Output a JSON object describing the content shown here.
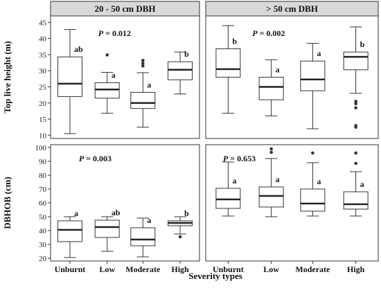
{
  "chart_data": {
    "type": "box",
    "xlabel": "Severity types",
    "categories": [
      "Unburnt",
      "Low",
      "Moderate",
      "High"
    ],
    "rows": [
      {
        "ylabel": "Top live height (m)",
        "ylim": [
          9,
          47
        ],
        "yticks": [
          10,
          15,
          20,
          25,
          30,
          35,
          40,
          45
        ]
      },
      {
        "ylabel": "DBHOB (cm)",
        "ylim": [
          18,
          102
        ],
        "yticks": [
          20,
          30,
          40,
          50,
          60,
          70,
          80,
          90,
          100
        ]
      }
    ],
    "columns": [
      "20 - 50 cm DBH",
      "> 50 cm DBH"
    ],
    "panels": [
      {
        "row": 0,
        "col": 0,
        "p_label": "P",
        "p_value": " = 0.012",
        "boxes": [
          {
            "category": "Unburnt",
            "whisker_low": 10.5,
            "q1": 22.0,
            "median": 26.0,
            "q3": 34.3,
            "whisker_high": 42.8,
            "outliers": [],
            "letter": "ab"
          },
          {
            "category": "Low",
            "whisker_low": 16.8,
            "q1": 21.5,
            "median": 24.2,
            "q3": 26.3,
            "whisker_high": 29.5,
            "outliers": [
              34.9
            ],
            "letter": "a"
          },
          {
            "category": "Moderate",
            "whisker_low": 12.5,
            "q1": 18.3,
            "median": 20.0,
            "q3": 23.3,
            "whisker_high": 29.4,
            "outliers": [
              31.5,
              32.3,
              33.2
            ],
            "letter": "a"
          },
          {
            "category": "High",
            "whisker_low": 22.8,
            "q1": 27.2,
            "median": 30.3,
            "q3": 32.8,
            "whisker_high": 35.8,
            "outliers": [],
            "letter": "b"
          }
        ]
      },
      {
        "row": 0,
        "col": 1,
        "p_label": "P",
        "p_value": " = 0.002",
        "boxes": [
          {
            "category": "Unburnt",
            "whisker_low": 16.8,
            "q1": 28.0,
            "median": 30.5,
            "q3": 36.8,
            "whisker_high": 44.0,
            "outliers": [],
            "letter": "b"
          },
          {
            "category": "Low",
            "whisker_low": 16.0,
            "q1": 21.0,
            "median": 25.0,
            "q3": 28.0,
            "whisker_high": 33.4,
            "outliers": [],
            "letter": "a"
          },
          {
            "category": "Moderate",
            "whisker_low": 12.0,
            "q1": 23.8,
            "median": 27.3,
            "q3": 33.0,
            "whisker_high": 38.5,
            "outliers": [],
            "letter": "a"
          },
          {
            "category": "High",
            "whisker_low": 23.0,
            "q1": 30.3,
            "median": 34.3,
            "q3": 35.8,
            "whisker_high": 43.6,
            "outliers": [
              12.5,
              13.0,
              18.5,
              19.8,
              20.5
            ],
            "letter": "b"
          }
        ]
      },
      {
        "row": 1,
        "col": 0,
        "p_label": "P",
        "p_value": " = 0.003",
        "boxes": [
          {
            "category": "Unburnt",
            "whisker_low": 20.5,
            "q1": 32.0,
            "median": 40.5,
            "q3": 47.0,
            "whisker_high": 50.0,
            "outliers": [],
            "letter": "a"
          },
          {
            "category": "Low",
            "whisker_low": 25.0,
            "q1": 35.0,
            "median": 42.5,
            "q3": 47.5,
            "whisker_high": 50.0,
            "outliers": [],
            "letter": "ab"
          },
          {
            "category": "Moderate",
            "whisker_low": 21.0,
            "q1": 29.0,
            "median": 33.5,
            "q3": 42.0,
            "whisker_high": 49.0,
            "outliers": [],
            "letter": "a"
          },
          {
            "category": "High",
            "whisker_low": 37.5,
            "q1": 43.5,
            "median": 45.5,
            "q3": 47.0,
            "whisker_high": 50.0,
            "outliers": [
              35.5
            ],
            "letter": "b"
          }
        ]
      },
      {
        "row": 1,
        "col": 1,
        "p_label": "P",
        "p_value": " = 0.653",
        "boxes": [
          {
            "category": "Unburnt",
            "whisker_low": 50.5,
            "q1": 56.0,
            "median": 62.5,
            "q3": 70.5,
            "whisker_high": 89.5,
            "outliers": [],
            "letter": "a"
          },
          {
            "category": "Low",
            "whisker_low": 50.0,
            "q1": 57.0,
            "median": 65.0,
            "q3": 71.5,
            "whisker_high": 92.0,
            "outliers": [
              96.5,
              99.0
            ],
            "letter": "a"
          },
          {
            "category": "Moderate",
            "whisker_low": 50.5,
            "q1": 54.0,
            "median": 59.5,
            "q3": 70.0,
            "whisker_high": 89.0,
            "outliers": [
              96.0
            ],
            "letter": "a"
          },
          {
            "category": "High",
            "whisker_low": 50.5,
            "q1": 55.5,
            "median": 59.0,
            "q3": 68.0,
            "whisker_high": 82.5,
            "outliers": [
              88.5,
              96.0
            ],
            "letter": "a"
          }
        ]
      }
    ]
  }
}
